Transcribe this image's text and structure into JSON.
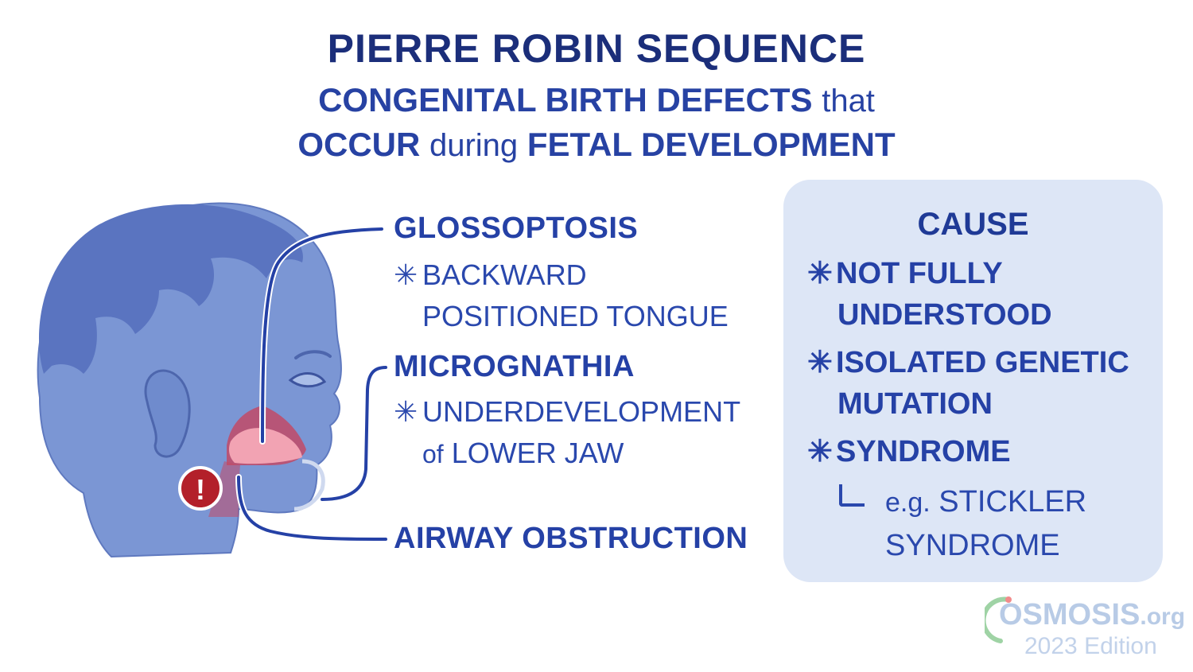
{
  "title": "PIERRE ROBIN SEQUENCE",
  "subtitle": {
    "line1_caps": "CONGENITAL BIRTH DEFECTS",
    "line1_lc": "that",
    "line2_caps_a": "OCCUR",
    "line2_lc": "during",
    "line2_caps_b": "FETAL DEVELOPMENT"
  },
  "features": [
    {
      "label": "GLOSSOPTOSIS",
      "detail_line1": "BACKWARD",
      "detail_line2": "POSITIONED TONGUE"
    },
    {
      "label": "MICROGNATHIA",
      "detail_line1": "UNDERDEVELOPMENT",
      "detail_line2_lc": "of",
      "detail_line2": "LOWER JAW"
    },
    {
      "label": "AIRWAY OBSTRUCTION"
    }
  ],
  "bullet_symbol": "✳",
  "cause": {
    "title": "CAUSE",
    "items": [
      {
        "line1": "NOT FULLY",
        "line2": "UNDERSTOOD"
      },
      {
        "line1": "ISOLATED GENETIC",
        "line2": "MUTATION"
      },
      {
        "line1": "SYNDROME"
      }
    ],
    "example_prefix": "e.g.",
    "example_line1": "STICKLER",
    "example_line2": "SYNDROME"
  },
  "warning_symbol": "!",
  "logo": {
    "name": "OSMOSIS",
    "suffix": ".org",
    "edition": "2023 Edition"
  },
  "colors": {
    "title": "#1b2e7a",
    "text": "#2541a6",
    "skin": "#7b96d4",
    "hair": "#5a74c0",
    "cause_box": "#dde6f6",
    "warning": "#b3202a"
  }
}
